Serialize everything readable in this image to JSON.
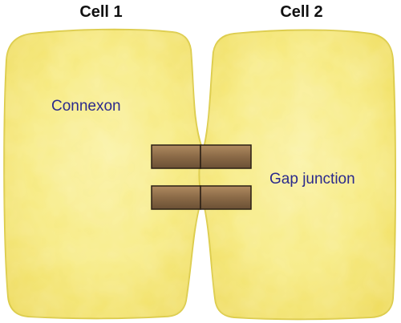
{
  "cells": [
    {
      "title": "Cell 1"
    },
    {
      "title": "Cell 2"
    }
  ],
  "labels": {
    "connexon": "Connexon",
    "gap_junction": "Gap junction"
  },
  "colors": {
    "cell_fill": "#f6e97a",
    "cell_border": "#dccb45",
    "connexon_fill": "#8a6a47",
    "connexon_dark": "#5e4630",
    "label_text": "#2b2a8c",
    "title_text": "#111111"
  }
}
